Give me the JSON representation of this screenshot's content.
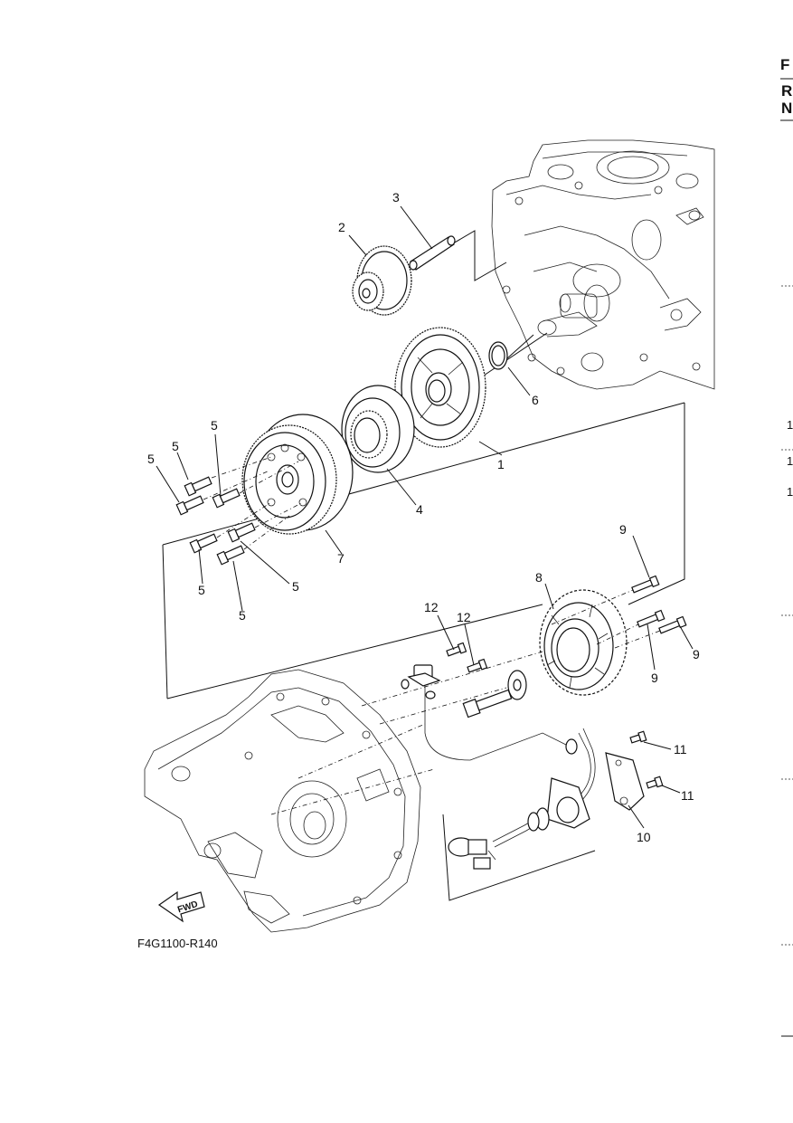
{
  "figure": {
    "code": "F4G1100-R140",
    "fwd_label": "FWD"
  },
  "callouts": [
    "1",
    "2",
    "3",
    "4",
    "5",
    "6",
    "7",
    "8",
    "9",
    "10",
    "11",
    "12"
  ],
  "edge": {
    "letters": [
      "F",
      "R",
      "N"
    ],
    "digits": [
      "1",
      "1",
      "1"
    ]
  }
}
